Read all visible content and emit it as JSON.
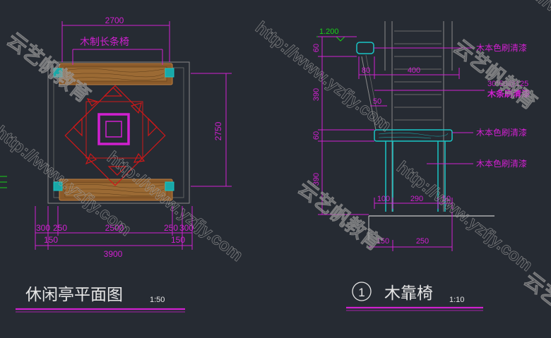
{
  "left_panel": {
    "title": "休闲亭平面图",
    "scale": "1:50",
    "top_dim": "2700",
    "bench_label": "木制长条椅",
    "right_dim": "2750",
    "bottom_dims": [
      "300",
      "250",
      "2500",
      "250",
      "300"
    ],
    "dim_150_left": "150",
    "dim_150_right": "150",
    "total_dim": "3900"
  },
  "right_panel": {
    "marker_number": "1",
    "title": "木靠椅",
    "scale": "1:10",
    "level": "1.200",
    "vertical_dims": [
      "60",
      "390",
      "60",
      "390"
    ],
    "dim_80": "80",
    "dim_400": "400",
    "dim_50": "50",
    "slat_spec": "30*50@125",
    "annotations": [
      "木本色刷清漆",
      "木条刷清漆",
      "木本色刷清漆",
      "木本色刷清漆"
    ],
    "base_dims": [
      "100",
      "290",
      "50"
    ],
    "foot_dims": [
      "150",
      "250"
    ]
  },
  "watermarks": [
    "http://www.yzfjy.com",
    "云艺帆教育"
  ],
  "colors": {
    "background": "#262b33",
    "magenta": "#d020d0",
    "cyan": "#19c6c6",
    "green": "#18d018",
    "red": "#d01818",
    "wood": "#8a5a2a",
    "gray": "#8a8a8a",
    "title": "#e6e6e6"
  }
}
